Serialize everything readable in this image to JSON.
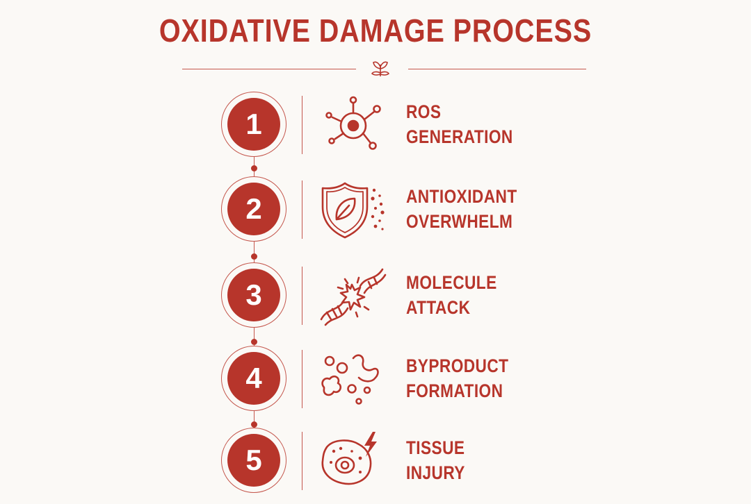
{
  "title": "OXIDATIVE DAMAGE PROCESS",
  "accent_color": "#b7352b",
  "steps": [
    {
      "number": "1",
      "line1": "ROS",
      "line2": "GENERATION",
      "icon": "molecule-icon"
    },
    {
      "number": "2",
      "line1": "ANTIOXIDANT",
      "line2": "OVERWHELM",
      "icon": "leaf-shield-icon"
    },
    {
      "number": "3",
      "line1": "MOLECULE",
      "line2": "ATTACK",
      "icon": "broken-dna-icon"
    },
    {
      "number": "4",
      "line1": "BYPRODUCT",
      "line2": "FORMATION",
      "icon": "byproduct-particles-icon"
    },
    {
      "number": "5",
      "line1": "TISSUE",
      "line2": "INJURY",
      "icon": "damaged-cell-icon"
    }
  ]
}
